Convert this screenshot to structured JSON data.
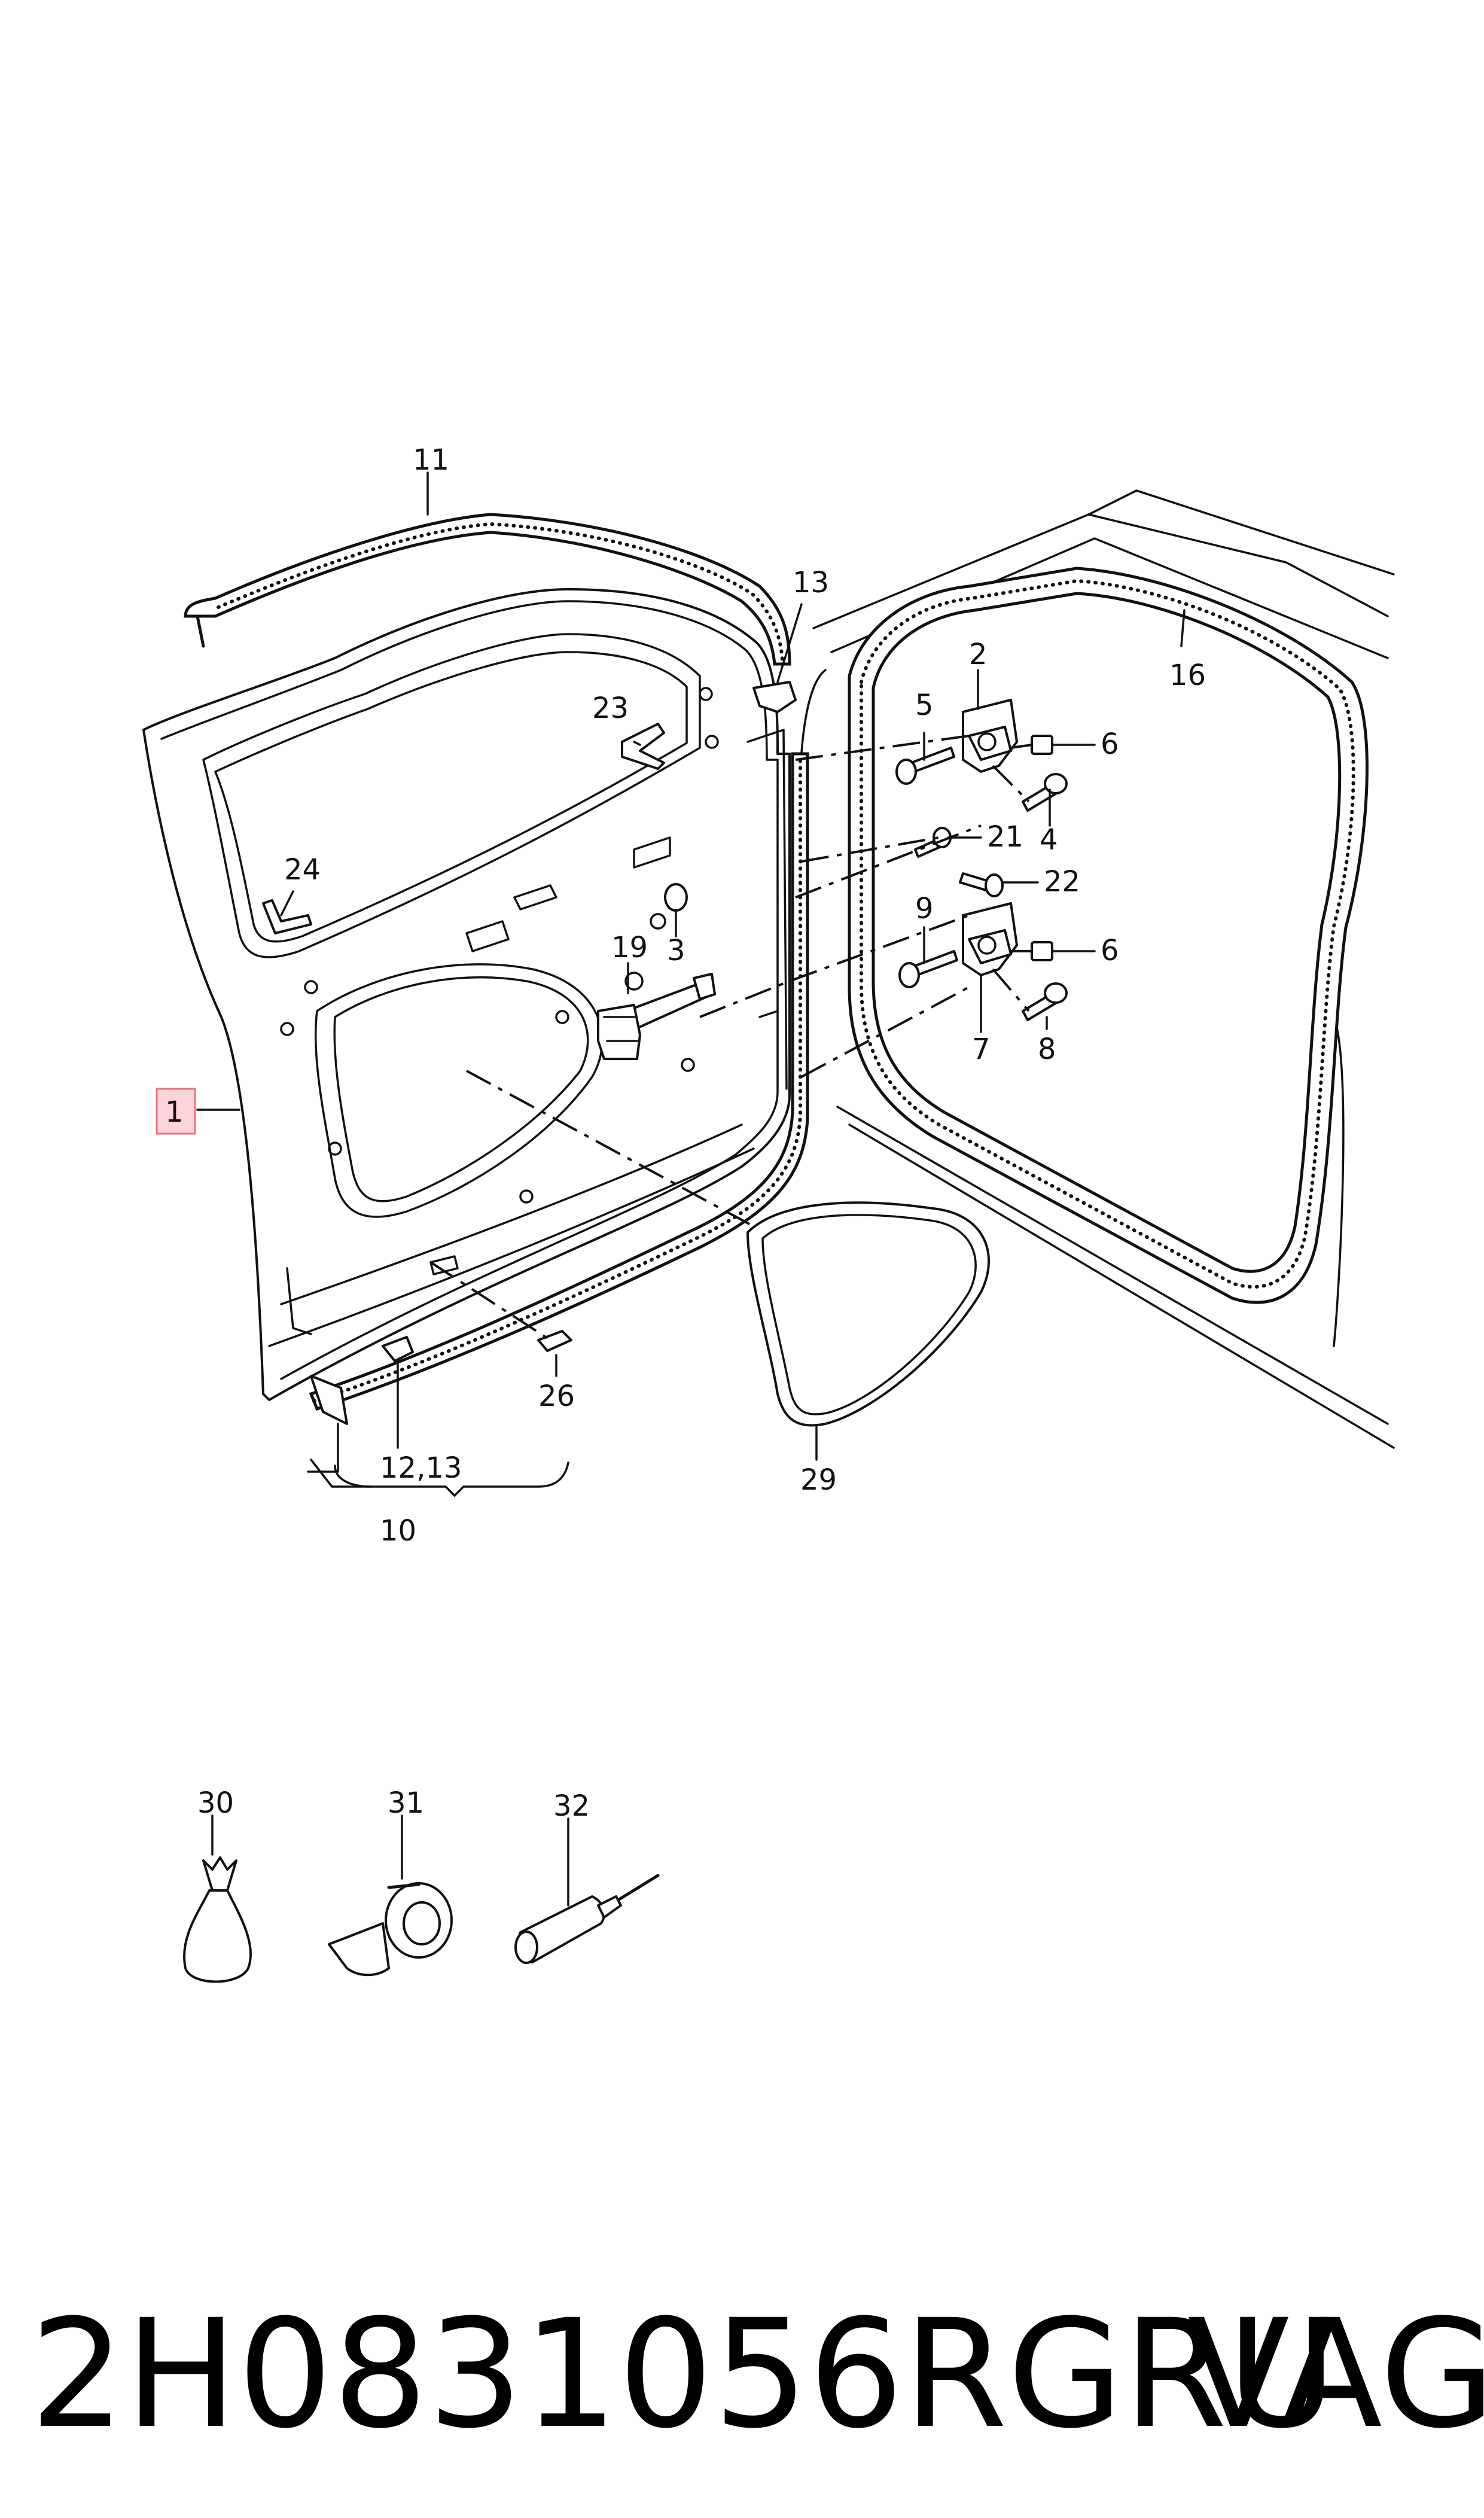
{
  "callouts": {
    "c1": "1",
    "c2": "2",
    "c3": "3",
    "c4": "4",
    "c5": "5",
    "c6a": "6",
    "c6b": "6",
    "c7": "7",
    "c8": "8",
    "c9": "9",
    "c10": "10",
    "c11": "11",
    "c12_13": "12,13",
    "c13": "13",
    "c16": "16",
    "c19": "19",
    "c21": "21",
    "c22": "22",
    "c23": "23",
    "c24": "24",
    "c26": "26",
    "c29": "29",
    "c30": "30",
    "c31": "31",
    "c32": "32"
  },
  "part_number": "2H0831056RGRU",
  "brand": "VAG",
  "highlight_color": "#f4a6ad"
}
